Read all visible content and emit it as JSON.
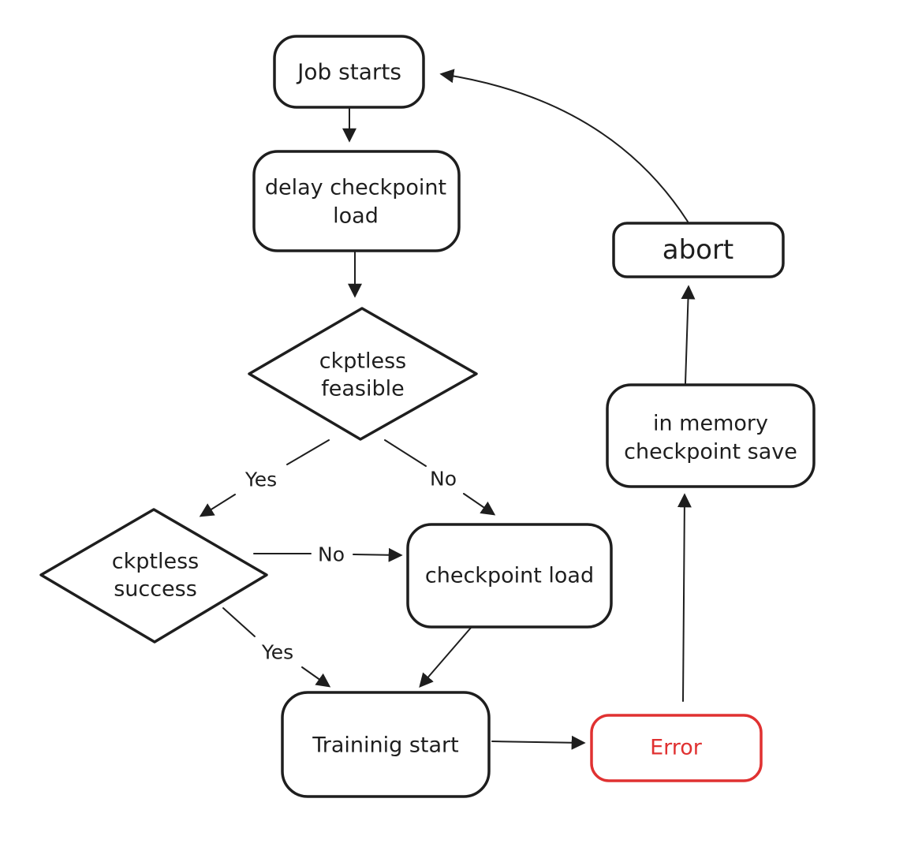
{
  "diagram": {
    "background_color": "#ffffff",
    "stroke_color": "#1e1e1e",
    "error_color": "#e03131",
    "nodes": {
      "job_starts": {
        "label": "Job starts"
      },
      "delay_checkpoint_load": {
        "lines": [
          "delay checkpoint",
          "load"
        ]
      },
      "ckptless_feasible": {
        "lines": [
          "ckptless",
          "feasible"
        ]
      },
      "ckptless_success": {
        "lines": [
          "ckptless",
          "success"
        ]
      },
      "checkpoint_load": {
        "label": "checkpoint load"
      },
      "training_start": {
        "label": "Traininig start"
      },
      "error": {
        "label": "Error"
      },
      "in_memory_checkpoint_save": {
        "lines": [
          "in memory",
          "checkpoint save"
        ]
      },
      "abort": {
        "label": "abort"
      }
    },
    "edge_labels": {
      "feasible_yes": "Yes",
      "feasible_no": "No",
      "success_no": "No",
      "success_yes": "Yes"
    }
  }
}
